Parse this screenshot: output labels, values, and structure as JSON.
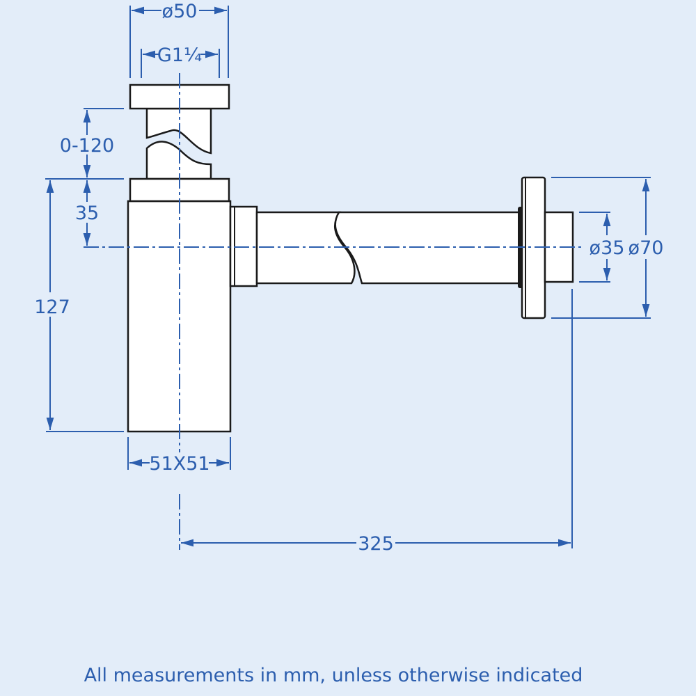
{
  "diagram": {
    "title": "Bottle trap dimension drawing",
    "dimensions": {
      "top_cap_diameter": "ø50",
      "thread": "G1¼",
      "stem_adjust": "0-120",
      "outlet_height": "35",
      "body_height": "127",
      "body_section": "51X51",
      "outlet_length": "325",
      "outlet_diameter": "ø35",
      "flange_diameter": "ø70"
    },
    "colors": {
      "background": "#e3edf9",
      "dimension_lines": "#2c5eae",
      "outline": "#1a1a1a"
    }
  },
  "footer": {
    "note": "All measurements in mm, unless otherwise indicated"
  }
}
